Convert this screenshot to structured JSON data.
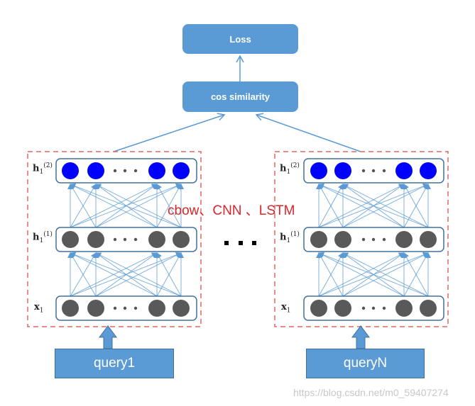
{
  "title_nodes": {
    "loss": "Loss",
    "similarity": "cos similarity"
  },
  "towers": [
    {
      "id": "left",
      "query_label": "query1",
      "layers": [
        {
          "label_main": "h",
          "label_sub": "1",
          "label_sup": "(2)",
          "node_color": "#0000ff"
        },
        {
          "label_main": "h",
          "label_sub": "1",
          "label_sup": "(1)",
          "node_color": "#595959"
        },
        {
          "label_main": "x",
          "label_sub": "1",
          "label_sup": "",
          "node_color": "#595959"
        }
      ]
    },
    {
      "id": "right",
      "query_label": "queryN",
      "layers": [
        {
          "label_main": "h",
          "label_sub": "1",
          "label_sup": "(2)",
          "node_color": "#0000ff"
        },
        {
          "label_main": "h",
          "label_sub": "1",
          "label_sup": "(1)",
          "node_color": "#595959"
        },
        {
          "label_main": "x",
          "label_sub": "1",
          "label_sup": "",
          "node_color": "#595959"
        }
      ]
    }
  ],
  "model_note": "cbow、CNN 、LSTM",
  "ellipsis": "...",
  "watermark": "https://blog.csdn.net/m0_59407274",
  "colors": {
    "box_fill": "#5b9bd5",
    "edge": "#5b9bd5",
    "dashed_border": "#e06666",
    "layer_border": "#41719c",
    "note": "#d9262b"
  }
}
